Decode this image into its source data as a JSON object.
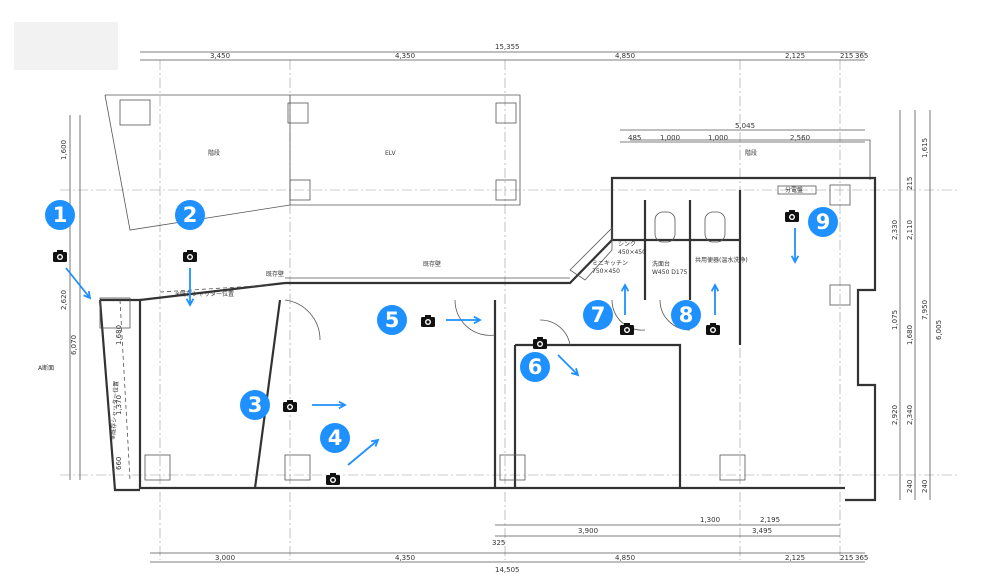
{
  "dimensions_top": {
    "total": "15,355",
    "segments": [
      "3,450",
      "4,350",
      "4,850",
      "2,125",
      "215",
      "365"
    ],
    "upper_right": [
      "485",
      "1,000",
      "1,000",
      "5,045",
      "2,560"
    ]
  },
  "dimensions_bottom": {
    "total": "14,505",
    "segments": [
      "3,000",
      "4,350",
      "4,850",
      "2,125",
      "215",
      "365"
    ],
    "upper": [
      "3,900",
      "1,300",
      "3,495",
      "2,195",
      "325"
    ]
  },
  "dimensions_left": [
    "1,600",
    "2,620",
    "6,070",
    "1,680",
    "1,370",
    "660"
  ],
  "dimensions_right": [
    "1,615",
    "215",
    "2,330",
    "2,110",
    "1,075",
    "1,680",
    "2,920",
    "2,340",
    "7,950",
    "6,005",
    "240",
    "240"
  ],
  "labels": {
    "stairs_left": "階段",
    "elevator": "ELV",
    "stairs_right": "階段",
    "sink": "シンク",
    "sink_size": "450×450",
    "mini_kitchen": "ミニキッチン",
    "mini_kitchen_size": "750×450",
    "washbasin": "洗面台",
    "washbasin_size": "W450 D175",
    "toilet_wash": "共用便器(温水洗浄)",
    "distribution_board": "分電盤",
    "shutter_1": "※既存シャッター位置",
    "shutter_2": "※既存シャッター位置",
    "boundary": "既存壁",
    "boundary_2": "既存壁",
    "elevation": "A断面"
  },
  "markers": [
    {
      "number": "1"
    },
    {
      "number": "2"
    },
    {
      "number": "3"
    },
    {
      "number": "4"
    },
    {
      "number": "5"
    },
    {
      "number": "6"
    },
    {
      "number": "7"
    },
    {
      "number": "8"
    },
    {
      "number": "9"
    }
  ],
  "icons": {
    "camera": "camera-icon",
    "marker": "numbered-badge"
  },
  "colors": {
    "marker_blue": "#1e90ff",
    "wall": "#333333",
    "background": "#ffffff"
  }
}
